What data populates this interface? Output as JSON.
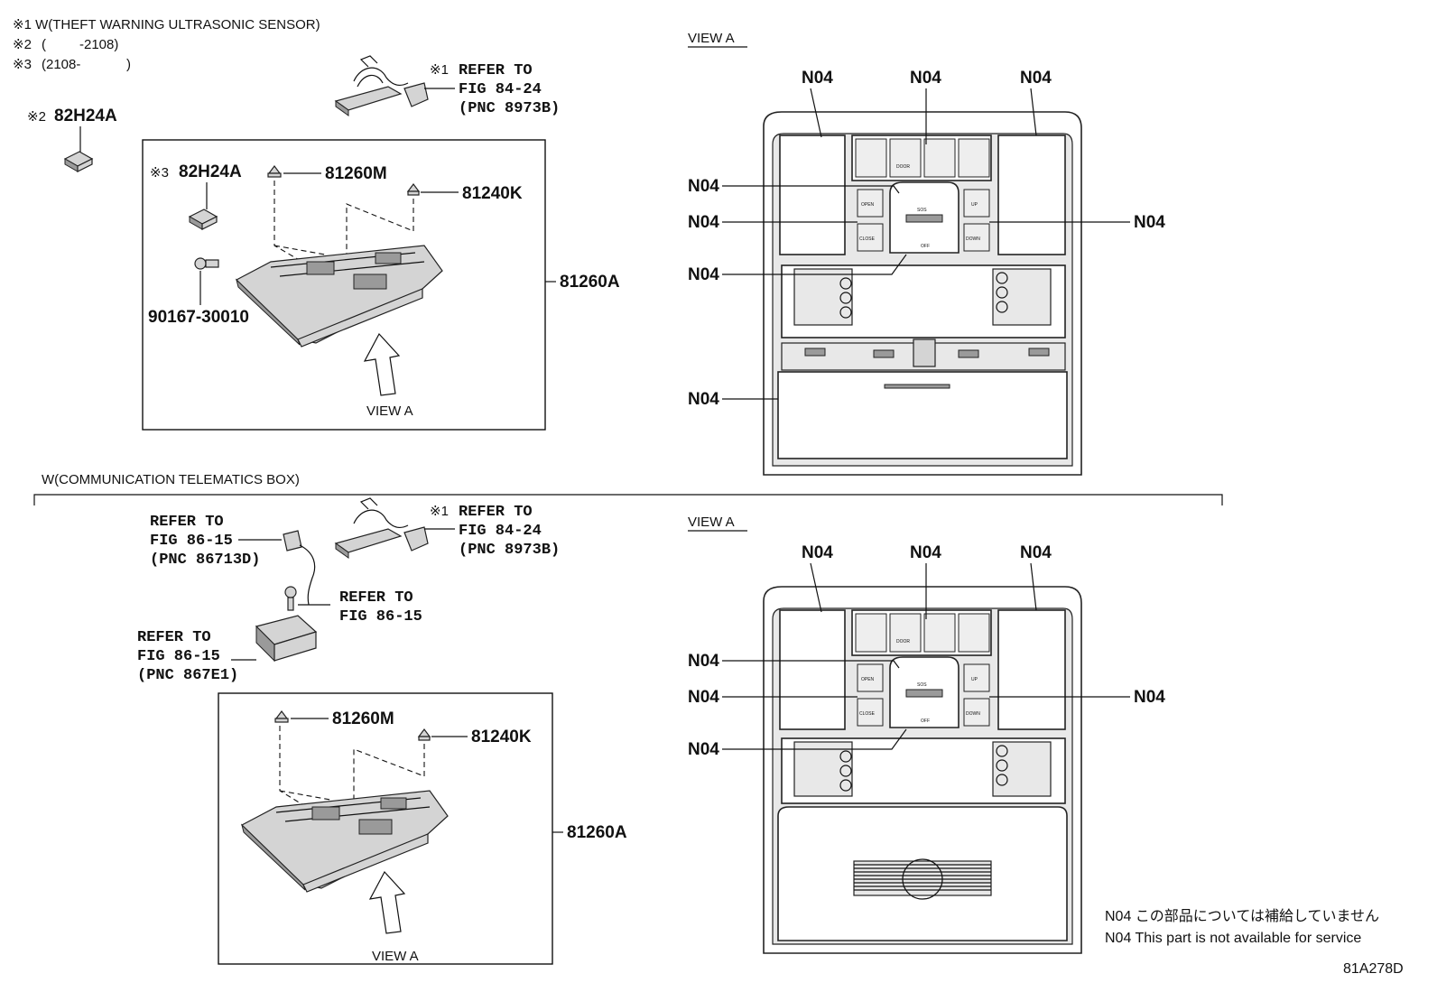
{
  "notes": {
    "note1": "※1 W(THEFT WARNING ULTRASONIC SENSOR)",
    "note2_mark": "※2",
    "note2_paren_open": "(",
    "note2_value": "-2108)",
    "note3_mark": "※3",
    "note3_value": "(2108-",
    "note3_paren_close": ")"
  },
  "section_top": {
    "part_82h24a_mark": "※2",
    "part_82h24a": "82H24A",
    "ref_mark": "※1",
    "ref_line1": "REFER TO",
    "ref_line2": "FIG 84-24",
    "ref_line3": "(PNC 8973B)",
    "box_mark": "※3",
    "box_82h24a": "82H24A",
    "p_81260m": "81260M",
    "p_81240k": "81240K",
    "p_90167": "90167-30010",
    "p_81260a": "81260A",
    "view_arrow_label": "VIEW A"
  },
  "section_bottom": {
    "heading": "W(COMMUNICATION TELEMATICS BOX)",
    "ref_a_line1": "REFER TO",
    "ref_a_line2": "FIG 86-15",
    "ref_a_line3": "(PNC 86713D)",
    "ref_b_mark": "※1",
    "ref_b_line1": "REFER TO",
    "ref_b_line2": "FIG 84-24",
    "ref_b_line3": "(PNC 8973B)",
    "ref_c_line1": "REFER TO",
    "ref_c_line2": "FIG 86-15",
    "ref_d_line1": "REFER TO",
    "ref_d_line2": "FIG 86-15",
    "ref_d_line3": "(PNC 867E1)",
    "p_81260m": "81260M",
    "p_81240k": "81240K",
    "p_81260a": "81260A",
    "view_arrow_label": "VIEW A"
  },
  "view_top": {
    "title": "VIEW A",
    "labels": [
      "N04",
      "N04",
      "N04",
      "N04",
      "N04",
      "N04",
      "N04",
      "N04"
    ],
    "buttons": {
      "door": "DOOR",
      "open": "OPEN",
      "close": "CLOSE",
      "up": "UP",
      "down": "DOWN",
      "sos": "SOS",
      "off": "OFF"
    }
  },
  "view_bottom": {
    "title": "VIEW A",
    "labels": [
      "N04",
      "N04",
      "N04",
      "N04",
      "N04",
      "N04",
      "N04"
    ],
    "buttons": {
      "door": "DOOR",
      "open": "OPEN",
      "close": "CLOSE",
      "up": "UP",
      "down": "DOWN",
      "sos": "SOS",
      "off": "OFF"
    }
  },
  "legend": {
    "line_jp": "N04 この部品については補給していません",
    "line_en": "N04 This part is not available for service"
  },
  "figure_id": "81A278D"
}
